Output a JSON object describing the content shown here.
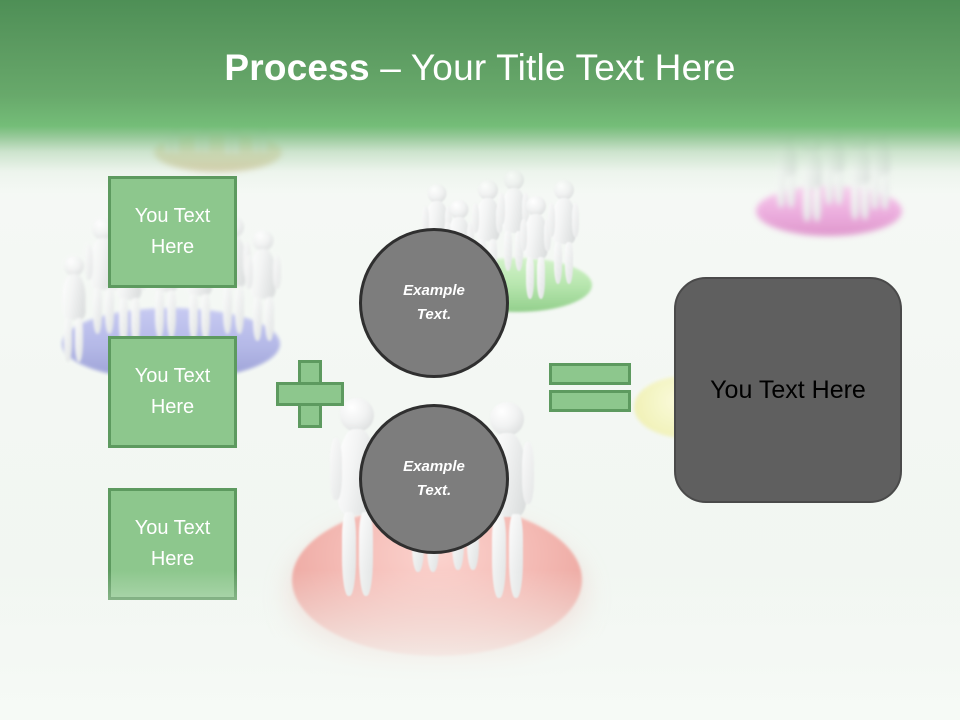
{
  "slide": {
    "title_strong": "Process",
    "title_rest": " – Your Title Text Here",
    "background_color": "#f4f8f4",
    "header_color_top": "#4e8f56",
    "header_color_bottom": "#74bd78"
  },
  "inputs": {
    "boxes": [
      {
        "label": "You Text Here"
      },
      {
        "label": "You Text Here"
      },
      {
        "label": "You Text Here"
      }
    ],
    "fill_color": "#8dc78d",
    "border_color": "#5d9a5f",
    "text_color": "#ffffff"
  },
  "operators": {
    "plus_label": "+",
    "equals_label": "=",
    "color": "#8dc78d"
  },
  "circles": [
    {
      "line1": "Example",
      "line2": "Text."
    },
    {
      "line1": "Example",
      "line2": "Text."
    }
  ],
  "circle_style": {
    "fill_color": "#7d7d7d",
    "border_color": "#2f2f2f",
    "text_color": "#ffffff"
  },
  "result": {
    "label": "You Text Here",
    "fill_color": "#5f5f5f",
    "text_color": "#000000"
  },
  "background_scenes": [
    {
      "name": "tan-disc-group",
      "disc_color": "#e3d6ae",
      "figure_count": 4
    },
    {
      "name": "blue-disc-group",
      "disc_color": "#b4b8e8",
      "figure_count": 7
    },
    {
      "name": "green-disc-group",
      "disc_color": "#b7e6ae",
      "figure_count": 6
    },
    {
      "name": "magenta-disc-group",
      "disc_color": "#edaade",
      "figure_count": 5
    },
    {
      "name": "yellow-disc-group",
      "disc_color": "#f0f0b4",
      "figure_count": 1
    },
    {
      "name": "pink-disc-group",
      "disc_color": "#f2b1ad",
      "figure_count": 4
    }
  ]
}
